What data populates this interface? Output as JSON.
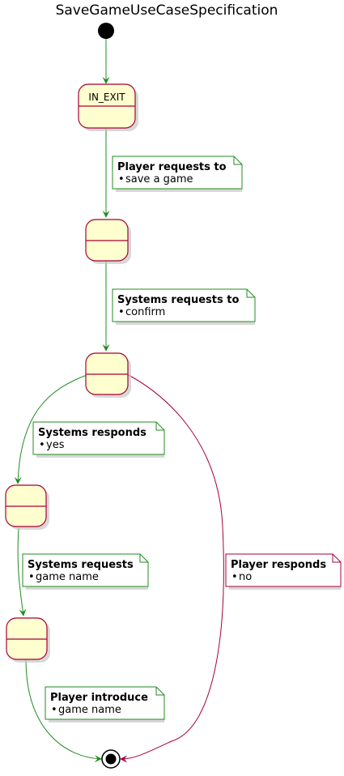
{
  "diagram": {
    "title": "SaveGameUseCaseSpecification",
    "states": [
      {
        "id": "in_exit",
        "label": "IN_EXIT"
      },
      {
        "id": "s1",
        "label": ""
      },
      {
        "id": "s2",
        "label": ""
      },
      {
        "id": "s3",
        "label": ""
      },
      {
        "id": "s4",
        "label": ""
      }
    ],
    "notes": [
      {
        "id": "note1",
        "heading": "Player requests to",
        "bullet": "save a game"
      },
      {
        "id": "note2",
        "heading": "Systems requests to",
        "bullet": "confirm"
      },
      {
        "id": "note3",
        "heading": "Systems responds",
        "bullet": "yes"
      },
      {
        "id": "note4",
        "heading": "Systems requests",
        "bullet": "game name"
      },
      {
        "id": "note5",
        "heading": "Player responds",
        "bullet": "no"
      },
      {
        "id": "note6",
        "heading": "Player introduce",
        "bullet": "game name"
      }
    ],
    "bullet_char": "•",
    "colors": {
      "state_fill": "#FEFECE",
      "state_border": "#A80036",
      "arrow_green": "#228B22",
      "arrow_red": "#A80036",
      "note_border_green": "#228B22",
      "note_border_red": "#A80036",
      "shadow": "#C8C8C8"
    }
  }
}
